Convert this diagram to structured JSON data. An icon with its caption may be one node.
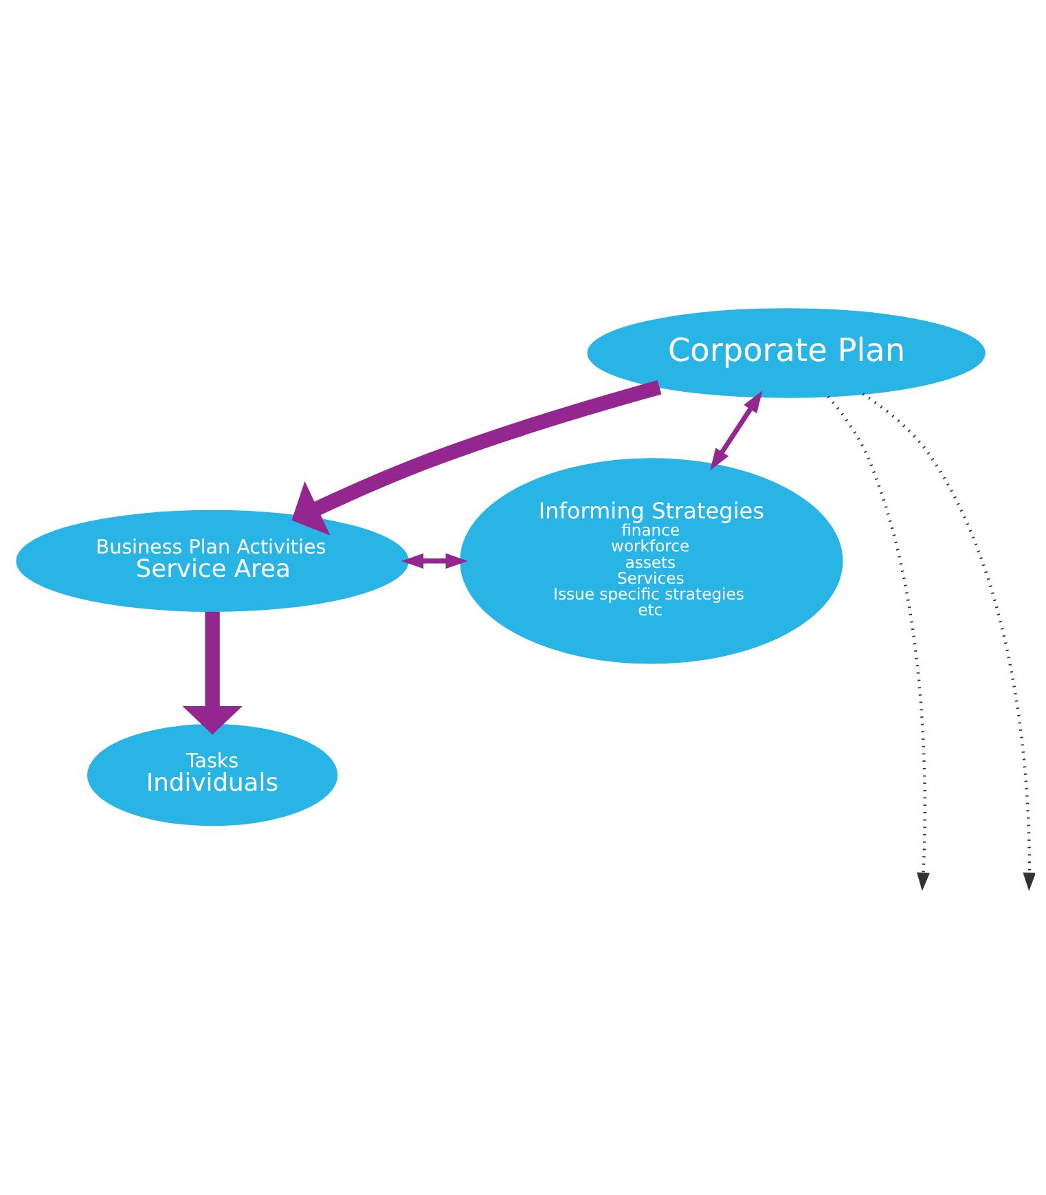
{
  "diagram": {
    "nodes": [
      {
        "text": [
          "Corporate Plan"
        ]
      },
      {
        "text": [
          "Business Plan Activities",
          "Service Area"
        ]
      },
      {
        "text": [
          "Tasks",
          "Individuals"
        ]
      },
      {
        "text": [
          "Informing Strategies",
          "finance",
          "workforce",
          "assets",
          "Services",
          "Issue specific strategies",
          "etc"
        ]
      }
    ],
    "edges": [
      {
        "from": 0,
        "to": 1,
        "arrow": "to",
        "style": "thick"
      },
      {
        "from": 1,
        "to": 2,
        "arrow": "to",
        "style": "thick"
      },
      {
        "from": 0,
        "to": 3,
        "arrow": "both"
      },
      {
        "from": 1,
        "to": 3,
        "arrow": "both"
      },
      {
        "from": 0,
        "to": null,
        "arrow": "to",
        "style": "dashed",
        "color": "#333333"
      },
      {
        "from": 0,
        "to": null,
        "arrow": "to",
        "style": "dashed",
        "color": "#333333"
      }
    ]
  }
}
